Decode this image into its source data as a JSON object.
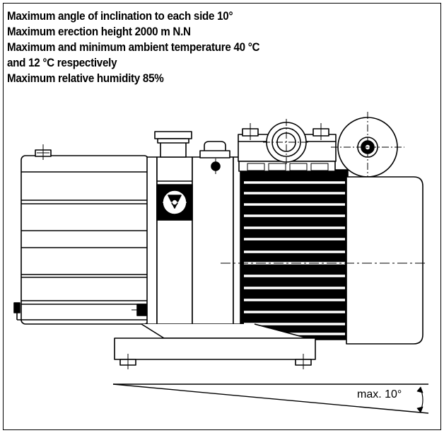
{
  "specs": [
    "Maximum angle of inclination to each side 10°",
    "Maximum erection height 2000 m N.N",
    "Maximum and minimum ambient temperature 40 °C",
    "and 12 °C respectively",
    "Maximum relative humidity 85%"
  ],
  "angle_label": "max. 10°",
  "colors": {
    "line": "#000000",
    "background": "#ffffff"
  },
  "icons": [
    "fastener-screw-icon",
    "angle-arrow-icon"
  ]
}
